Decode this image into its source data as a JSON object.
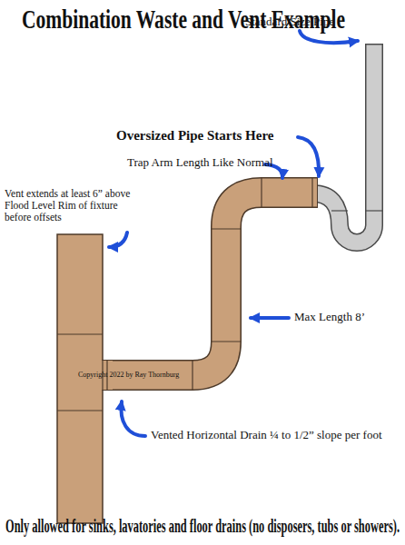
{
  "diagram": {
    "title": "Combination Waste and Vent Example",
    "caption": "Only allowed for sinks, lavatories and floor drains (no disposers, tubs or showers).",
    "labels": [
      "Standard Size Pipe",
      "Oversized Pipe Starts Here",
      "Trap Arm Length Like Normal",
      "Vent extends at least 6” above Flood Level Rim of fixture before offsets",
      "Max Length 8’",
      "Copyright 2022 by Ray Thornburg",
      "Vented Horizontal Drain ¼ to 1/2” slope per foot"
    ]
  }
}
